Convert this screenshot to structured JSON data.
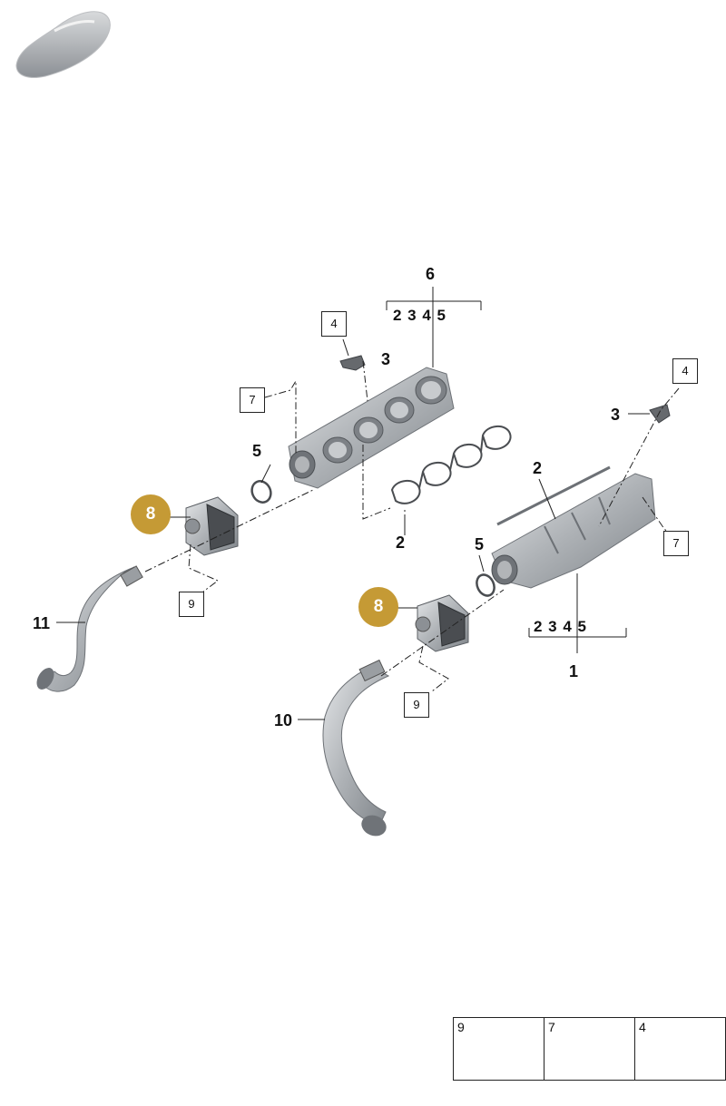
{
  "callouts": {
    "c1": "1",
    "c2a": "2",
    "c2b": "2",
    "c2c": "2",
    "c3a": "3",
    "c3b": "3",
    "c4a": "4",
    "c4b": "4",
    "c5a": "5",
    "c5b": "5",
    "c6": "6",
    "c7a": "7",
    "c7b": "7",
    "c8a": "8",
    "c8b": "8",
    "c9a": "9",
    "c9b": "9",
    "c10": "10",
    "c11": "11"
  },
  "groups": {
    "top": "2 3 4 5",
    "bottom": "2 3 4 5"
  },
  "legend": [
    {
      "number": "9"
    },
    {
      "number": "7"
    },
    {
      "number": "4"
    }
  ],
  "colors": {
    "highlight": "#c59a35",
    "part_fill": "#b9bcc0",
    "line": "#222222"
  }
}
